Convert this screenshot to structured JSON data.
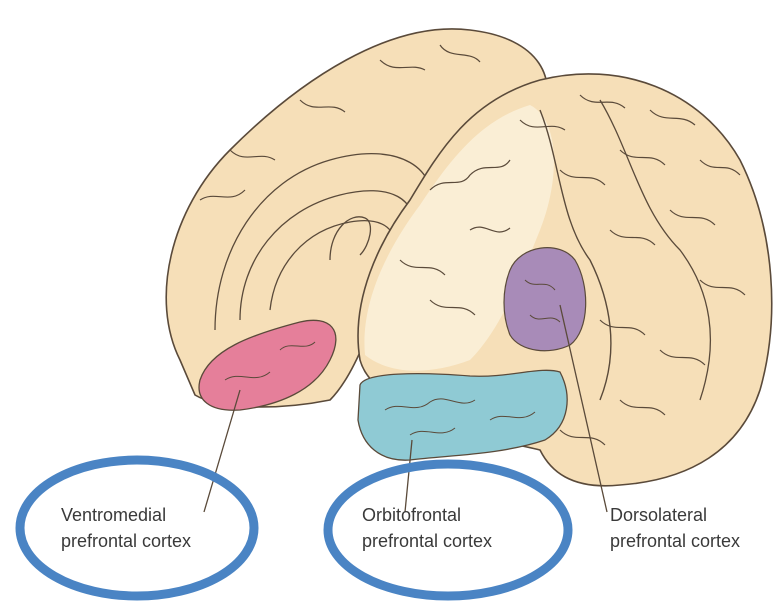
{
  "labels": {
    "ventromedial": {
      "line1": "Ventromedial",
      "line2": "prefrontal cortex"
    },
    "orbitofrontal": {
      "line1": "Orbitofrontal",
      "line2": "prefrontal cortex"
    },
    "dorsolateral": {
      "line1": "Dorsolateral",
      "line2": "prefrontal cortex"
    }
  },
  "colors": {
    "brain_base": "#f6dfb8",
    "brain_highlight": "#fbefd8",
    "ventromedial_region": "#e57f9a",
    "orbitofrontal_region": "#8fcad4",
    "dorsolateral_region": "#a88bb8",
    "outline": "#5a4a3a",
    "circle": "#4a84c4"
  }
}
